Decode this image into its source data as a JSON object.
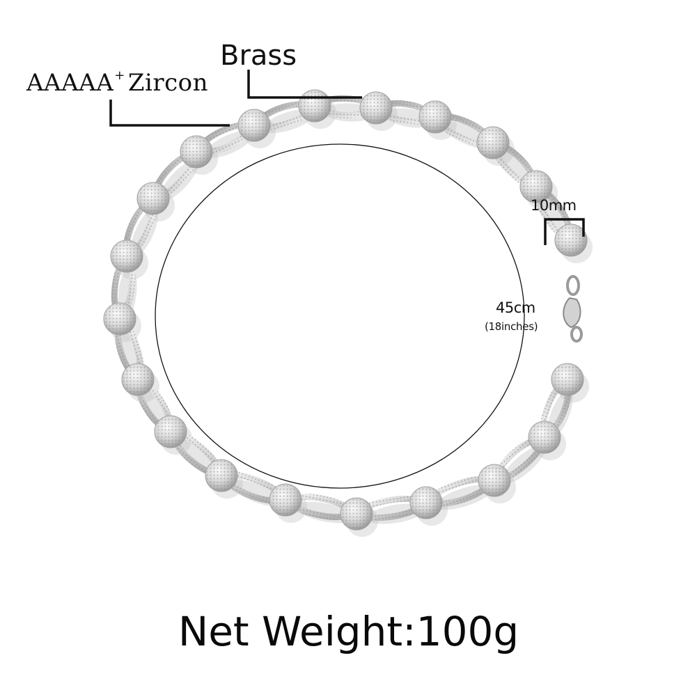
{
  "image": {
    "subject": "silver-tone ball-and-link chain necklace",
    "background_color": "#ffffff",
    "metal_color": "#d9d9d9",
    "shadow_color": "#bdbdbd",
    "line_color": "#111111"
  },
  "annotations": {
    "zircon_label": "AAAAA",
    "zircon_superscript": "+",
    "zircon_suffix": "Zircon",
    "brass_label": "Brass",
    "width_label": "10mm",
    "length_label": "45cm",
    "length_inches_label": "(18inches)"
  },
  "footer": {
    "weight_label": "Net Weight:100g"
  }
}
